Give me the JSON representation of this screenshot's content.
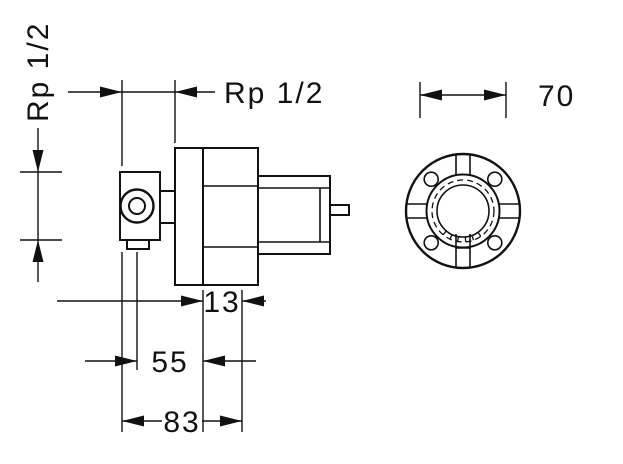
{
  "drawing": {
    "background_color": "#ffffff",
    "line_color": "#111111",
    "labels": {
      "inlet_thread_vertical": "Rp 1/2",
      "inlet_thread_horizontal": "Rp 1/2",
      "front_diameter": "70",
      "depth_front": "13",
      "depth_body": "55",
      "depth_total": "83"
    }
  }
}
